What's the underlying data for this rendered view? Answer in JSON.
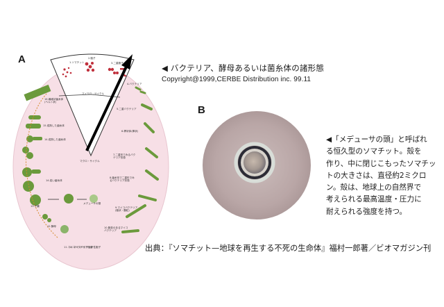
{
  "panel_a": {
    "label": "A",
    "caption": "◀ バクテリア、酵母あるいは菌糸体の諸形態",
    "copyright": "Copyright@1999,CERBE Distribution inc. 99.11",
    "diagram": {
      "micro_cycle_label": "マイクロ・サイクル",
      "macro_cycle_label": "マクロ・サイクル",
      "wedge_stage_1": "1.ソマチット",
      "wedge_stage_2": "2.胞子",
      "wedge_stage_3": "3.二重胞子",
      "right_stages": [
        "4.バクテリア",
        "5.二重バクテリア",
        "6.桿状体(棒状)",
        "7.二重形でみるバクテリア形態",
        "8.菌糸形で二重形でみるバクテリア形態",
        "9.マイコバクテリア(胞状・顆粒)",
        "10.胞芽のあるマイコバクテリア",
        "11.マイコバクテリア性胞子"
      ],
      "left_stages": [
        "16.繊維状菌糸体(ベルト状)",
        "15.成熟した菌糸体",
        "14.成熟した菌糸体",
        "14.若い菌糸体",
        "13.子嚢",
        "12.酵母",
        "11.マイコバクテリア胞嚢"
      ],
      "center_label": "メデューサの頭"
    }
  },
  "panel_b": {
    "label": "B",
    "caption_lines": [
      "◀「メデューサの頭」と呼ばれ",
      "る恒久型のソマチット。殻を",
      "作り、中に閉じこもったソマチッ",
      "トの大きさは、直径約2ミクロ",
      "ン。殻は、地球上の自然界で",
      "考えられる最高温度・圧力に",
      "耐えられる強度を持つ。"
    ]
  },
  "source": "出典：『ソマチット—地球を再生する不死の生命体』福村一郎著／ビオマガジン刊",
  "colors": {
    "oval_fill": "#f7dfe6",
    "microscope_bg": "#b9a6a6",
    "green_cell": "#6b9a3c",
    "red_dot": "#c0303c"
  }
}
